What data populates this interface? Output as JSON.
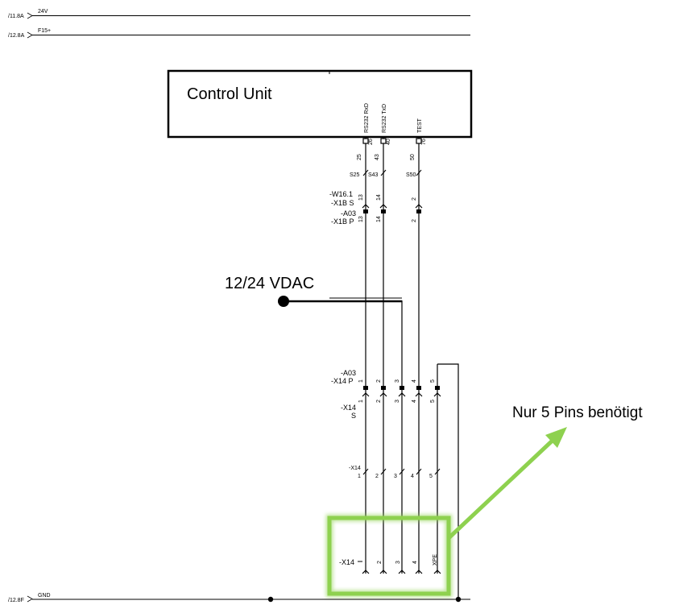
{
  "rails": {
    "top1": {
      "ref": "/11.8A",
      "name": "24V"
    },
    "top2": {
      "ref": "/12.8A",
      "name": "F15+"
    },
    "bottom": {
      "ref": "/12.8F",
      "name": "GND"
    }
  },
  "control_unit": {
    "title": "Control Unit",
    "pins": [
      {
        "name": "RS232 RxD",
        "num": "26"
      },
      {
        "name": "RS232 TxD",
        "num": "40"
      },
      {
        "name": "TEST",
        "num": "76"
      }
    ]
  },
  "wires": {
    "nums": [
      "25",
      "43",
      "50"
    ],
    "splices": [
      "S25",
      "S43",
      "S50"
    ]
  },
  "w16_connector": {
    "label_line1": "-W16.1",
    "label_line2": "-X1B S",
    "pins": [
      "13",
      "14",
      "2"
    ]
  },
  "a03_x1b_connector": {
    "label_line1": "-A03",
    "label_line2": "-X1B P",
    "pins": [
      "13",
      "14",
      "2"
    ]
  },
  "supply": {
    "label": "12/24 VDAC"
  },
  "a03_x14_connector": {
    "label_line1": "-A03",
    "label_line2": "-X14 P",
    "pins": [
      "1",
      "2",
      "3",
      "4",
      "5"
    ]
  },
  "x14_socket": {
    "label_line1": "-X14",
    "label_line2": "S",
    "pins": [
      "1",
      "2",
      "3",
      "4",
      "5"
    ]
  },
  "x14_mid": {
    "label": "-X14",
    "pins": [
      "1",
      "2",
      "3",
      "4",
      "5"
    ]
  },
  "x14_bottom": {
    "label": "-X14",
    "pins": [
      "1",
      "2",
      "3",
      "4",
      "XPE"
    ]
  },
  "annotation": {
    "text": "Nur 5 Pins benötigt",
    "highlight_color": "#8ed14f"
  }
}
